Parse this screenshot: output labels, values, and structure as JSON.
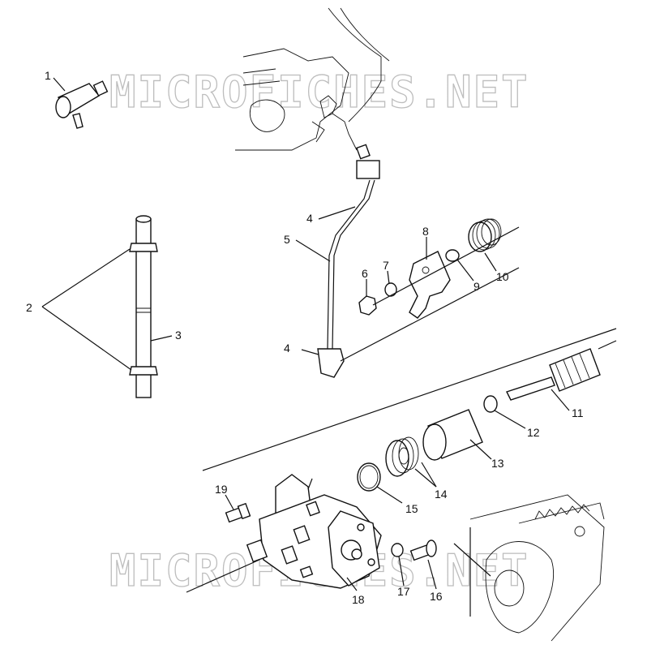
{
  "watermark": {
    "top": "MICROFICHES.NET",
    "bottom": "MICROFICHES.NET"
  },
  "callouts": {
    "c1": "1",
    "c2": "2",
    "c3": "3",
    "c4a": "4",
    "c4b": "4",
    "c5": "5",
    "c6": "6",
    "c7": "7",
    "c8": "8",
    "c9": "9",
    "c10": "10",
    "c11": "11",
    "c12": "12",
    "c13": "13",
    "c14": "14",
    "c15": "15",
    "c16": "16",
    "c17": "17",
    "c18": "18",
    "c19": "19"
  }
}
